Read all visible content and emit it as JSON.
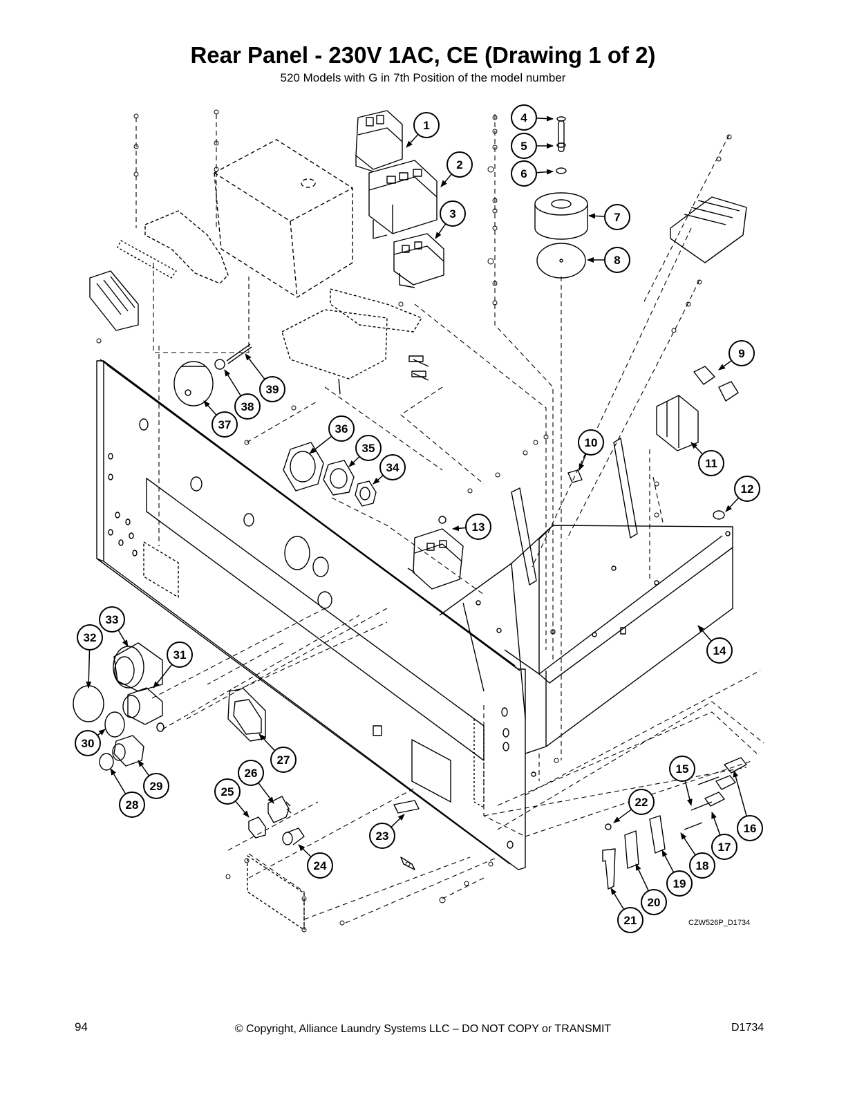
{
  "page": {
    "title": "Rear Panel - 230V 1AC, CE (Drawing 1 of 2)",
    "subtitle": "520 Models with G in 7th Position of the model number",
    "drawing_code": "CZW526P_D1734",
    "footer": {
      "page_number": "94",
      "copyright": "© Copyright, Alliance Laundry Systems LLC – DO NOT COPY or TRANSMIT",
      "document_code": "D1734"
    }
  },
  "callouts": [
    "1",
    "2",
    "3",
    "4",
    "5",
    "6",
    "7",
    "8",
    "9",
    "10",
    "11",
    "12",
    "13",
    "14",
    "15",
    "16",
    "17",
    "18",
    "19",
    "20",
    "21",
    "22",
    "23",
    "24",
    "25",
    "26",
    "27",
    "28",
    "29",
    "30",
    "31",
    "32",
    "33",
    "34",
    "35",
    "36",
    "37",
    "38",
    "39"
  ]
}
